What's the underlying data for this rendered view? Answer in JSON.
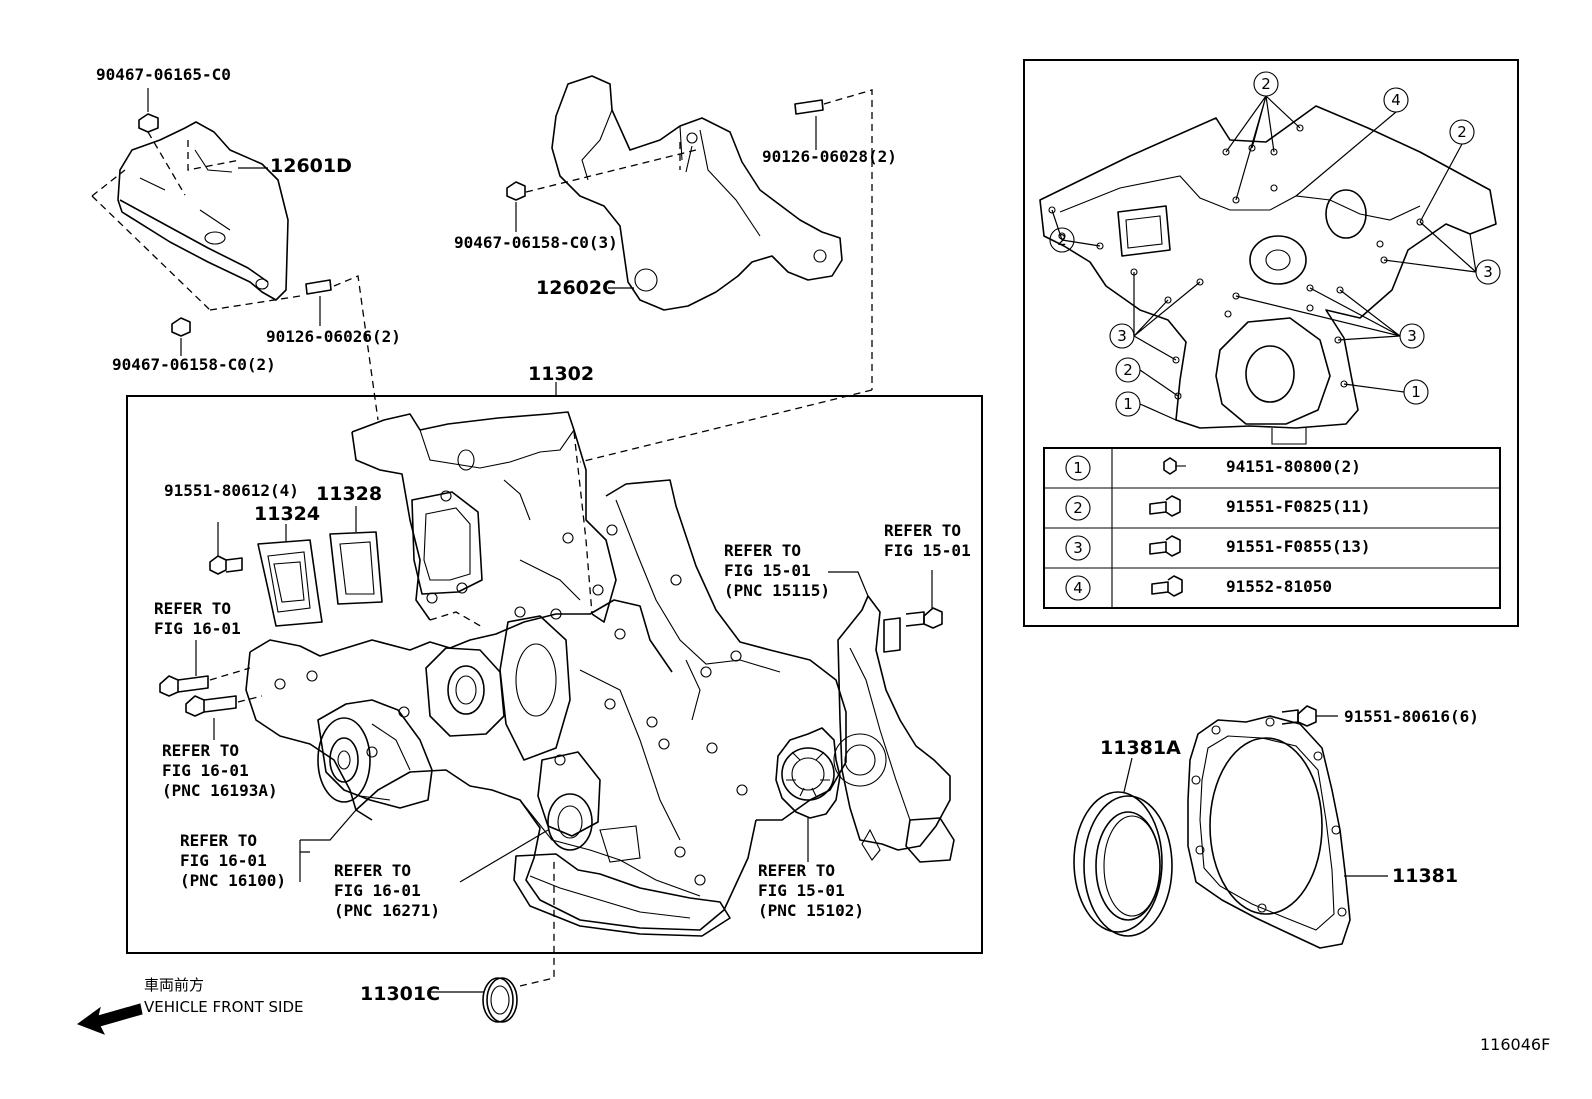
{
  "diagram": {
    "figure_code": "116046F",
    "direction_jp": "車両前方",
    "direction_en": "VEHICLE FRONT SIDE",
    "labels": {
      "p9046706165": "90467-06165-C0",
      "p12601D": "12601D",
      "p9046706158_2": "90467-06158-C0(2)",
      "p9012606026": "90126-06026(2)",
      "p9012606028": "90126-06028(2)",
      "p9046706158_3": "90467-06158-C0(3)",
      "p12602C": "12602C",
      "p11302": "11302",
      "p9155180612": "91551-80612(4)",
      "p11324": "11324",
      "p11328": "11328",
      "p11301C": "11301C",
      "p11381A": "11381A",
      "p11381": "11381",
      "p9155180616": "91551-80616(6)"
    },
    "refers": {
      "r1": [
        "REFER TO",
        "FIG 16-01"
      ],
      "r2": [
        "REFER TO",
        "FIG 16-01",
        "(PNC 16193A)"
      ],
      "r3": [
        "REFER TO",
        "FIG 16-01",
        "(PNC 16100)"
      ],
      "r4": [
        "REFER TO",
        "FIG 16-01",
        "(PNC 16271)"
      ],
      "r5": [
        "REFER TO",
        "FIG 15-01",
        "(PNC 15102)"
      ],
      "r6": [
        "REFER TO",
        "FIG 15-01",
        "(PNC 15115)"
      ],
      "r7": [
        "REFER TO",
        "FIG 15-01"
      ]
    },
    "legend": [
      {
        "num": "1",
        "part": "94151-80800(2)"
      },
      {
        "num": "2",
        "part": "91551-F0825(11)"
      },
      {
        "num": "3",
        "part": "91551-F0855(13)"
      },
      {
        "num": "4",
        "part": "91552-81050"
      }
    ],
    "inset_callouts": [
      "2",
      "4",
      "2",
      "2",
      "3",
      "3",
      "3",
      "2",
      "1",
      "1"
    ]
  }
}
